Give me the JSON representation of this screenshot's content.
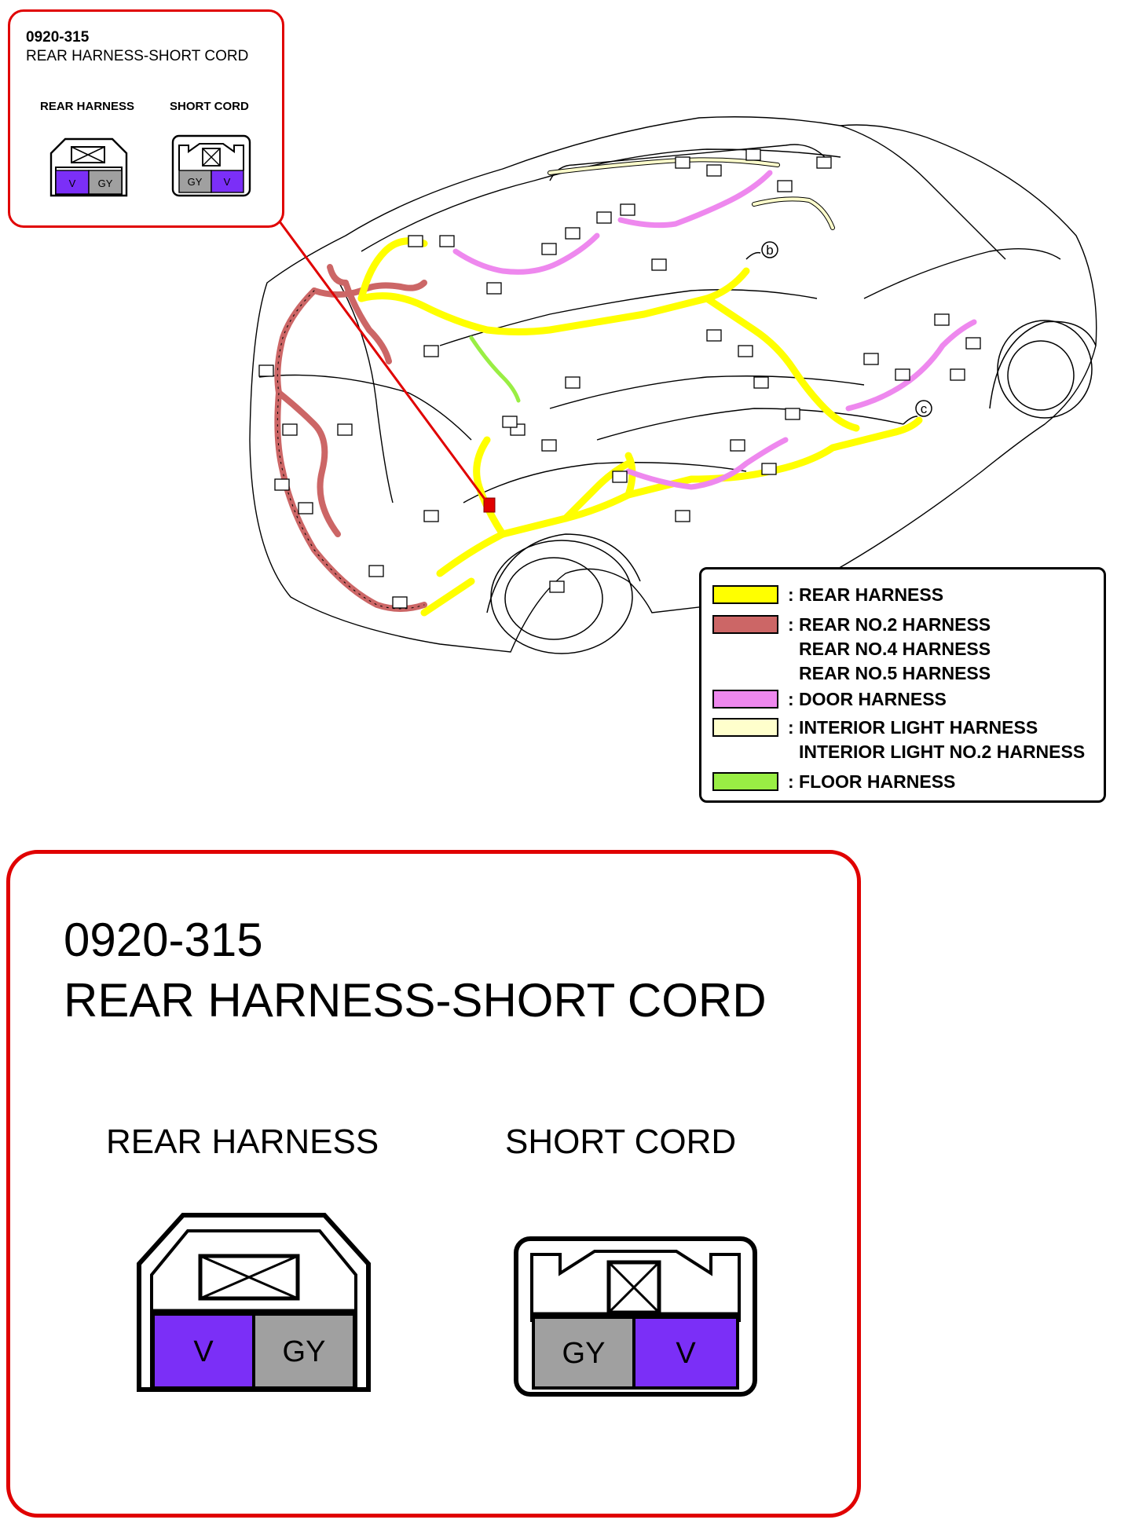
{
  "connector": {
    "code": "0920-315",
    "title": "REAR HARNESS-SHORT CORD",
    "left_connector": {
      "label": "REAR HARNESS",
      "pins": [
        {
          "text": "V",
          "color": "#7b2ff7"
        },
        {
          "text": "GY",
          "color": "#a0a0a0"
        }
      ]
    },
    "right_connector": {
      "label": "SHORT CORD",
      "pins": [
        {
          "text": "GY",
          "color": "#a0a0a0"
        },
        {
          "text": "V",
          "color": "#7b2ff7"
        }
      ]
    }
  },
  "markers": {
    "b": "b",
    "c": "c"
  },
  "legend": [
    {
      "color": "#ffff00",
      "lines": [
        ": REAR HARNESS"
      ]
    },
    {
      "color": "#cc6666",
      "lines": [
        ": REAR NO.2 HARNESS",
        "REAR NO.4 HARNESS",
        "REAR NO.5 HARNESS"
      ]
    },
    {
      "color": "#ee88ee",
      "lines": [
        ": DOOR HARNESS"
      ]
    },
    {
      "color": "#ffffcc",
      "lines": [
        ": INTERIOR LIGHT HARNESS",
        "INTERIOR LIGHT NO.2 HARNESS"
      ]
    },
    {
      "color": "#99ee44",
      "lines": [
        ": FLOOR HARNESS"
      ]
    }
  ],
  "colors": {
    "callout_border": "#e00000",
    "rear_harness": "#ffff00",
    "rear_no2_harness": "#cc6666",
    "door_harness": "#ee88ee",
    "floor_harness": "#99ee44",
    "interior_light": "#ffffcc"
  }
}
